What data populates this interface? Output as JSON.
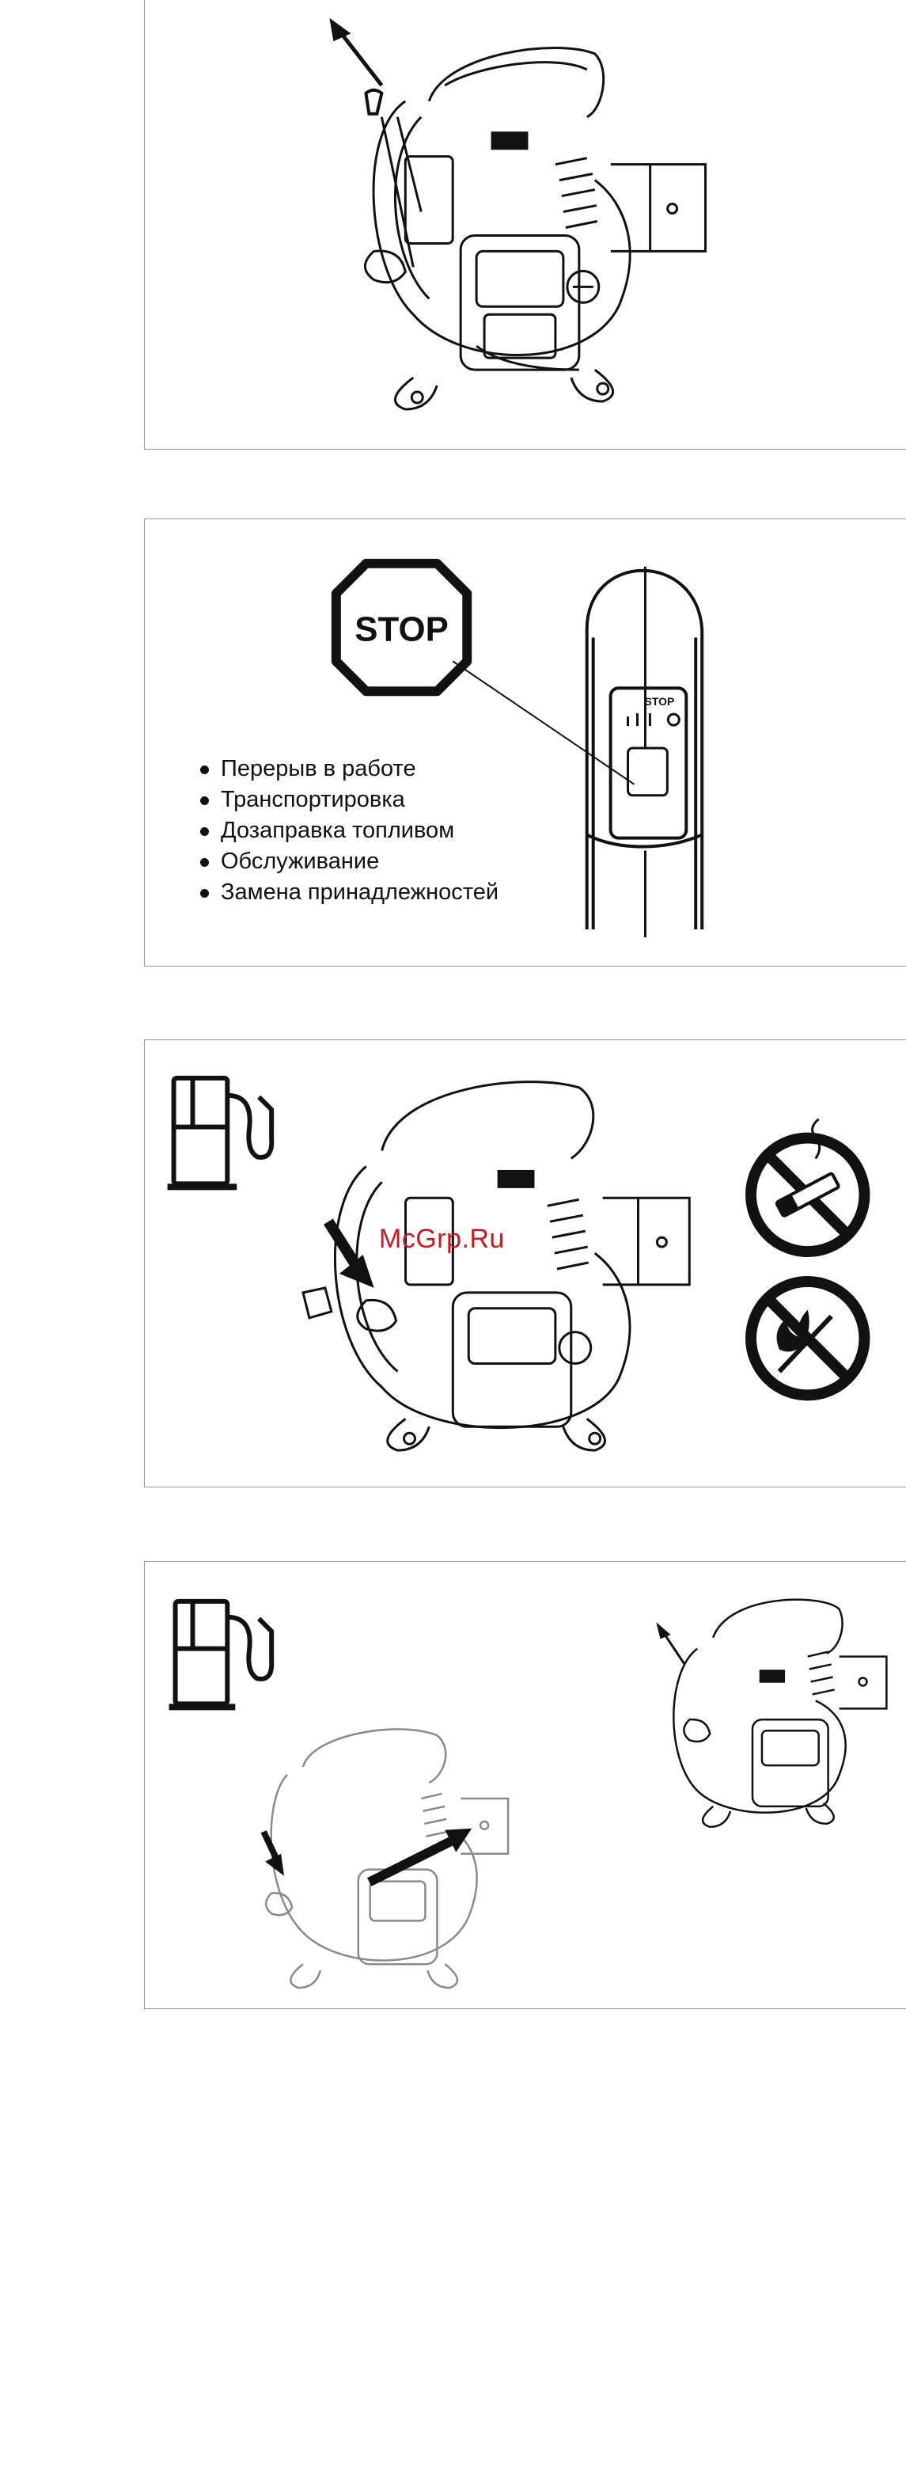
{
  "panel_stop": {
    "stop_sign_text": "STOP",
    "switch_label": "STOP",
    "bullets": [
      "Перерыв в работе",
      "Транспортировка",
      "Дозаправка топливом",
      "Обслуживание",
      "Замена принадлежностей"
    ]
  },
  "panel_fuel": {
    "watermark": "McGrp.Ru"
  },
  "colors": {
    "line": "#111111",
    "frame": "#9a9a9a",
    "watermark": "#c8191e"
  }
}
